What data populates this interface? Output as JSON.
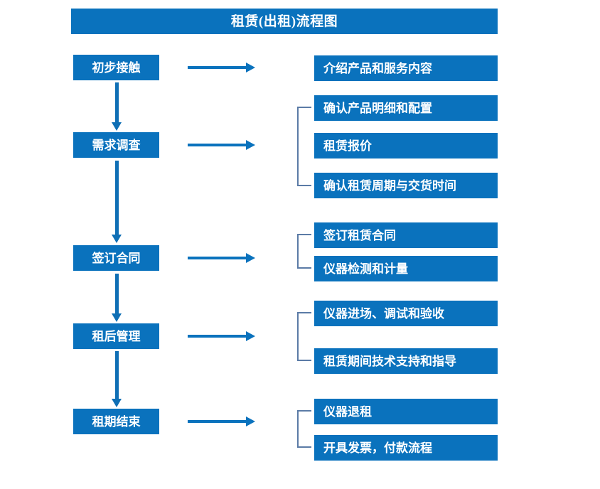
{
  "title": {
    "text": "租赁(出租)流程图"
  },
  "colors": {
    "box_blue": "#0a72bd",
    "arrow_blue": "#0f6fb5",
    "bracket_blue": "#5b7ba6",
    "text_white": "#ffffff",
    "background": "#ffffff"
  },
  "stages": [
    {
      "label": "初步接触"
    },
    {
      "label": "需求调查"
    },
    {
      "label": "签订合同"
    },
    {
      "label": "租后管理"
    },
    {
      "label": "租期结束"
    }
  ],
  "details": [
    {
      "label": "介绍产品和服务内容"
    },
    {
      "label": "确认产品明细和配置"
    },
    {
      "label": "租赁报价"
    },
    {
      "label": "确认租赁周期与交货时间"
    },
    {
      "label": "签订租赁合同"
    },
    {
      "label": "仪器检测和计量"
    },
    {
      "label": "仪器进场、调试和验收"
    },
    {
      "label": "租赁期间技术支持和指导"
    },
    {
      "label": "仪器退租"
    },
    {
      "label": "开具发票，付款流程"
    }
  ],
  "groups": [
    {
      "stage": "初步接触",
      "details": [
        "介绍产品和服务内容"
      ],
      "bracketed": false
    },
    {
      "stage": "需求调查",
      "details": [
        "确认产品明细和配置",
        "租赁报价",
        "确认租赁周期与交货时间"
      ],
      "bracketed": true
    },
    {
      "stage": "签订合同",
      "details": [
        "签订租赁合同",
        "仪器检测和计量"
      ],
      "bracketed": true
    },
    {
      "stage": "租后管理",
      "details": [
        "仪器进场、调试和验收",
        "租赁期间技术支持和指导"
      ],
      "bracketed": true
    },
    {
      "stage": "租期结束",
      "details": [
        "仪器退租",
        "开具发票，付款流程"
      ],
      "bracketed": true
    }
  ]
}
